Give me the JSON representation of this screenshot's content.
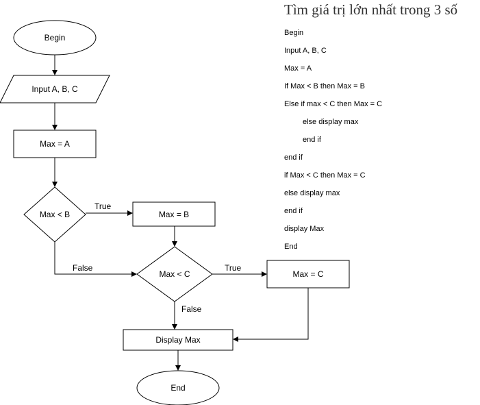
{
  "title": "Tìm giá trị lớn nhất trong 3 số",
  "pseudocode": [
    {
      "text": "Begin",
      "indent": 0
    },
    {
      "text": "Input A, B, C",
      "indent": 0
    },
    {
      "text": "Max = A",
      "indent": 0
    },
    {
      "text": "If Max < B then Max = B",
      "indent": 0
    },
    {
      "text": "Else if max < C then Max = C",
      "indent": 0
    },
    {
      "text": "else display max",
      "indent": 1
    },
    {
      "text": "end if",
      "indent": 1
    },
    {
      "text": "end if",
      "indent": 0
    },
    {
      "text": "if Max < C then Max = C",
      "indent": 0
    },
    {
      "text": "else display max",
      "indent": 0
    },
    {
      "text": "end if",
      "indent": 0
    },
    {
      "text": "display Max",
      "indent": 0
    },
    {
      "text": "End",
      "indent": 0
    }
  ],
  "flowchart": {
    "begin": "Begin",
    "input": "Input A, B, C",
    "assign_a": "Max = A",
    "decision_b": "Max < B",
    "assign_b": "Max = B",
    "decision_c": "Max < C",
    "assign_c": "Max = C",
    "display": "Display Max",
    "end": "End",
    "edge_true_b": "True",
    "edge_false_b": "False",
    "edge_true_c": "True",
    "edge_false_c": "False"
  }
}
